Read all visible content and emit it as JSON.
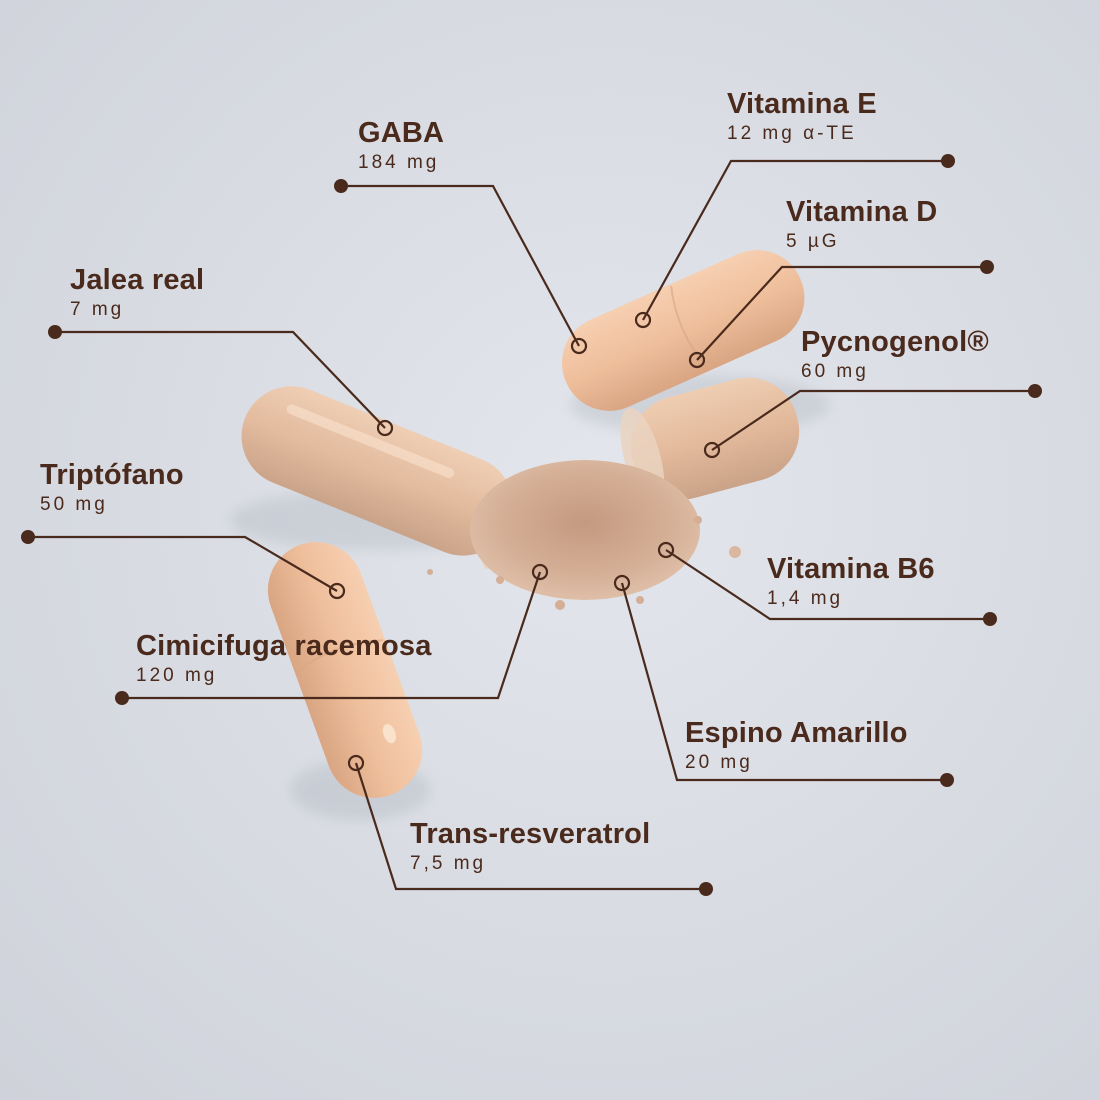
{
  "colors": {
    "ink": "#4a2a1c",
    "background": "#d8dbe2",
    "capsule": "#f1c3a1",
    "capsule_shadow": "#d9a583",
    "powder": "#d4ae95"
  },
  "ingredients": [
    {
      "name": "GABA",
      "dose": "184 mg"
    },
    {
      "name": "Vitamina E",
      "dose": "12 mg α-TE"
    },
    {
      "name": "Vitamina D",
      "dose": "5 µG"
    },
    {
      "name": "Jalea real",
      "dose": "7 mg"
    },
    {
      "name": "Pycnogenol®",
      "dose": "60 mg"
    },
    {
      "name": "Triptófano",
      "dose": "50 mg"
    },
    {
      "name": "Vitamina B6",
      "dose": "1,4 mg"
    },
    {
      "name": "Cimicifuga racemosa",
      "dose": "120 mg"
    },
    {
      "name": "Espino Amarillo",
      "dose": "20 mg"
    },
    {
      "name": "Trans-resveratrol",
      "dose": "7,5 mg"
    }
  ]
}
